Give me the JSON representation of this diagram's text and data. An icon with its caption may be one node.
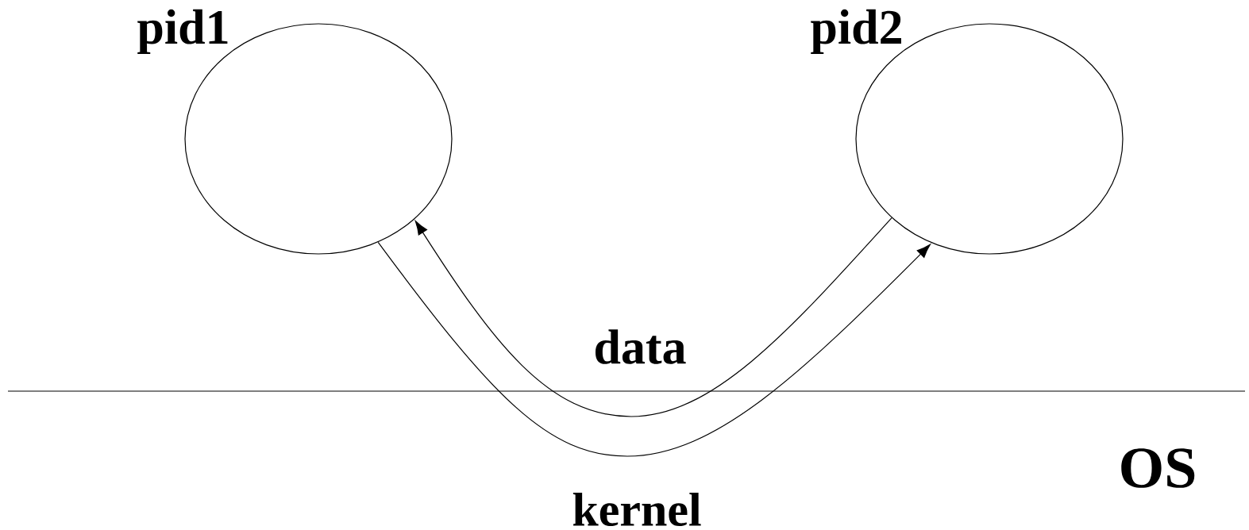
{
  "diagram": {
    "nodes": [
      {
        "text": [
          "pid1"
        ]
      },
      {
        "text": [
          "pid2"
        ]
      }
    ],
    "edges": [
      {
        "from": 0,
        "to": 1,
        "arrow": "to"
      },
      {
        "from": 1,
        "to": 0,
        "arrow": "to"
      }
    ],
    "labels": [
      "data",
      "OS",
      "kernel"
    ]
  }
}
